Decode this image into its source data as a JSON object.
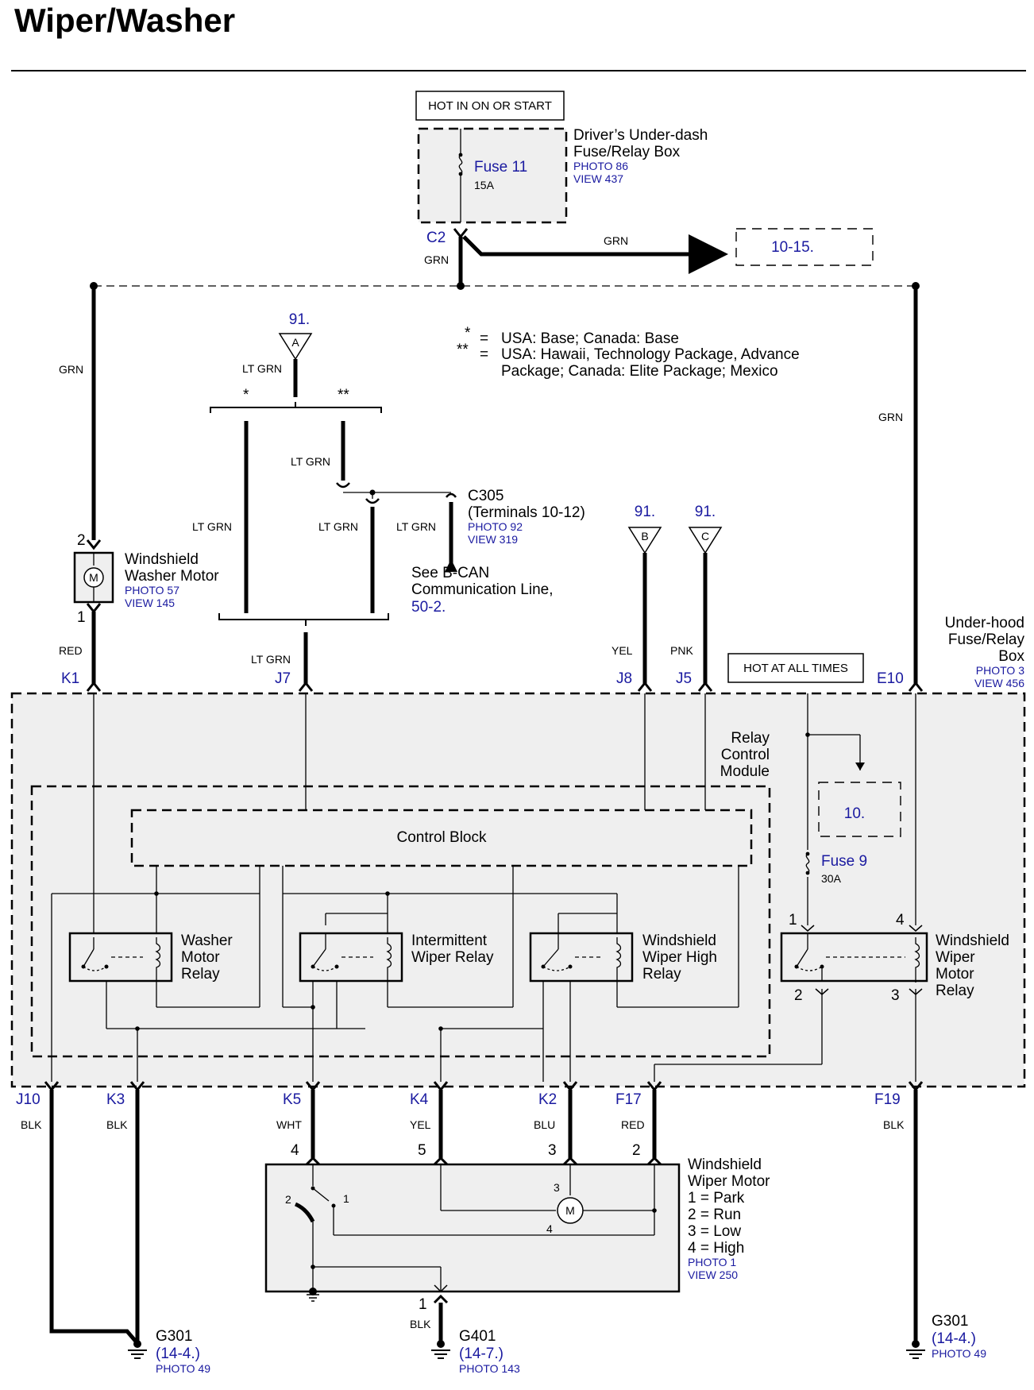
{
  "title": "Wiper/Washer",
  "hot_run_start": "HOT IN ON OR START",
  "hot_all_times": "HOT AT ALL TIMES",
  "under_dash_box": {
    "line1": "Driver’s Under-dash",
    "line2": "Fuse/Relay Box",
    "photo": "PHOTO 86",
    "view": "VIEW 437"
  },
  "fuse11": {
    "name": "Fuse 11",
    "rating": "15A"
  },
  "fuse9": {
    "name": "Fuse 9",
    "rating": "30A"
  },
  "ref_10_15": "10-15.",
  "ref_10": "10.",
  "ref_91": "91.",
  "ref_A": "A",
  "ref_B": "B",
  "ref_C": "C",
  "legend": {
    "star1": "*",
    "star2": "**",
    "eq": "=",
    "line1": "USA: Base; Canada: Base",
    "line2": "USA: Hawaii, Technology Package, Advance",
    "line3": "Package; Canada: Elite Package; Mexico"
  },
  "c305": {
    "name": "C305",
    "terms": "(Terminals 10-12)",
    "photo": "PHOTO 92",
    "view": "VIEW 319"
  },
  "bcan": {
    "line1": "See B-CAN",
    "line2": "Communication Line,",
    "ref": "50-2."
  },
  "washer_motor": {
    "line1": "Windshield",
    "line2": "Washer Motor",
    "photo": "PHOTO 57",
    "view": "VIEW 145",
    "pin_top": "2",
    "pin_bot": "1",
    "symbol": "M"
  },
  "underhood_box": {
    "line1": "Under-hood",
    "line2": "Fuse/Relay",
    "line3": "Box",
    "photo": "PHOTO 3",
    "view": "VIEW 456"
  },
  "rcm": {
    "line1": "Relay",
    "line2": "Control",
    "line3": "Module"
  },
  "control_block": "Control Block",
  "relays": {
    "washer": {
      "line1": "Washer",
      "line2": "Motor",
      "line3": "Relay"
    },
    "intermittent": {
      "line1": "Intermittent",
      "line2": "Wiper Relay"
    },
    "high": {
      "line1": "Windshield",
      "line2": "Wiper High",
      "line3": "Relay"
    },
    "motor": {
      "line1": "Windshield",
      "line2": "Wiper",
      "line3": "Motor",
      "line4": "Relay",
      "p1": "1",
      "p2": "2",
      "p3": "3",
      "p4": "4"
    }
  },
  "wire_colors": {
    "grn": "GRN",
    "ltgrn": "LT GRN",
    "red": "RED",
    "yel": "YEL",
    "pnk": "PNK",
    "blk": "BLK",
    "wht": "WHT",
    "blu": "BLU"
  },
  "connectors": {
    "C2": "C2",
    "K1": "K1",
    "J7": "J7",
    "J8": "J8",
    "J5": "J5",
    "E10": "E10",
    "J10": "J10",
    "K3": "K3",
    "K5": "K5",
    "K4": "K4",
    "K2": "K2",
    "F17": "F17",
    "F19": "F19"
  },
  "pins": {
    "p4": "4",
    "p5": "5",
    "p3": "3",
    "p2": "2",
    "p1": "1"
  },
  "wiper_motor": {
    "line1": "Windshield",
    "line2": "Wiper Motor",
    "park": "1 = Park",
    "run": "2 = Run",
    "low": "3 = Low",
    "high": "4 = High",
    "photo": "PHOTO 1",
    "view": "VIEW 250",
    "i1": "1",
    "i2": "2",
    "i3": "3",
    "i4": "4",
    "symbol": "M"
  },
  "grounds": {
    "g301_left": {
      "name": "G301",
      "ref": "(14-4.)",
      "photo": "PHOTO 49"
    },
    "g401": {
      "name": "G401",
      "ref": "(14-7.)",
      "photo": "PHOTO 143"
    },
    "g301_right": {
      "name": "G301",
      "ref": "(14-4.)",
      "photo": "PHOTO 49"
    }
  },
  "colors": {
    "link": "#1a1aa0",
    "box_fill": "#efefef",
    "line": "#000000"
  }
}
